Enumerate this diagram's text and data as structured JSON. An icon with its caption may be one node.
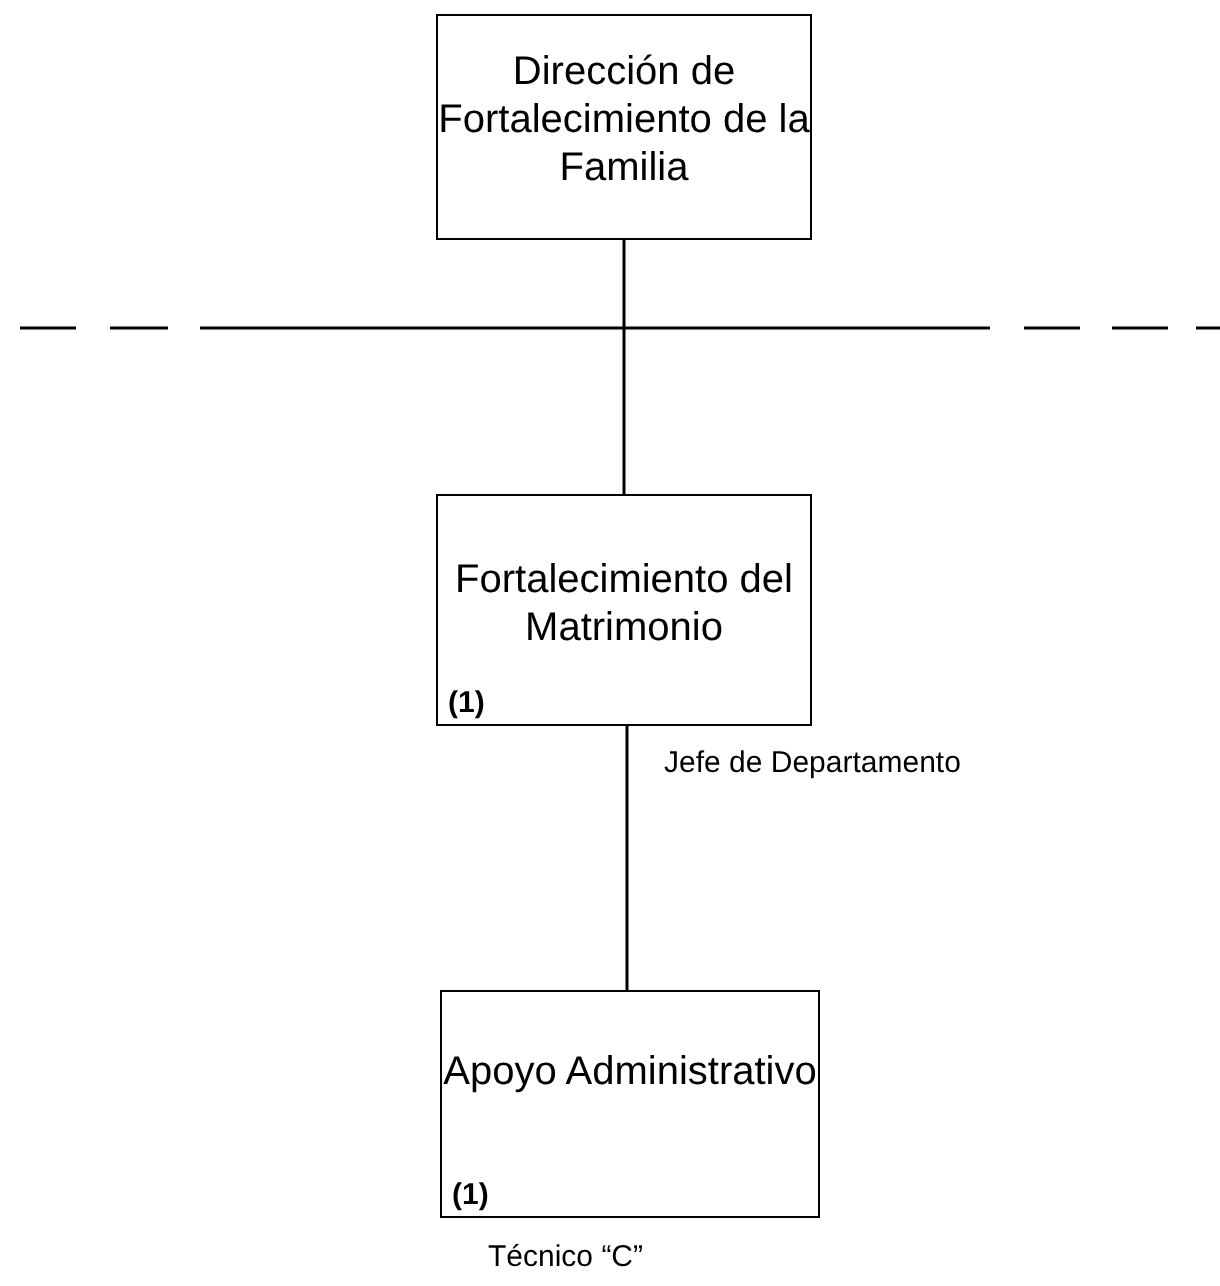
{
  "diagram": {
    "nodes": [
      {
        "text": [
          "Dirección de Fortalecimiento de la Familia"
        ]
      },
      {
        "text": [
          "Fortalecimiento del Matrimonio",
          "(1)"
        ],
        "beside": [
          "Jefe de Departamento"
        ]
      },
      {
        "text": [
          "Apoyo Administrativo",
          "(1)"
        ],
        "beside": [
          "Técnico “C”"
        ]
      }
    ],
    "edges": [
      {
        "from": 0,
        "to": 1,
        "arrow": "none"
      },
      {
        "from": 1,
        "to": 2,
        "arrow": "none"
      }
    ]
  }
}
